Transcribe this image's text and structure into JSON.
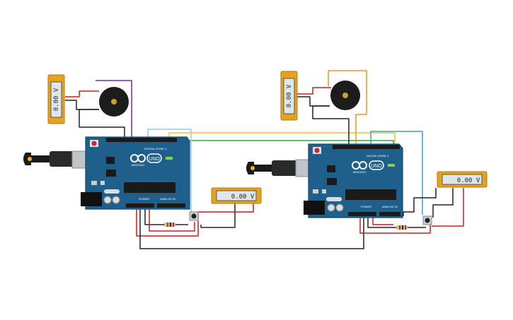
{
  "meter_left_top": {
    "reading": "0.00 V"
  },
  "meter_left_bot": {
    "reading": "0.00 V"
  },
  "meter_right_top": {
    "reading": "0.00 V"
  },
  "meter_right_bot": {
    "reading": "0.00 V"
  },
  "board_left": {
    "brand": "ARDUINO",
    "model": "UNO",
    "digital_label": "DIGITAL (PWM~)",
    "power_label": "POWER",
    "analog_label": "ANALOG IN"
  },
  "board_right": {
    "brand": "ARDUINO",
    "model": "UNO",
    "digital_label": "DIGITAL (PWM~)",
    "power_label": "POWER",
    "analog_label": "ANALOG IN"
  },
  "colors": {
    "board": "#1f5f8b",
    "board_edge": "#174a6d",
    "header": "#1a1a1a",
    "meter_frame": "#e5a11f",
    "meter_screen": "#dfe6ea",
    "wire_red": "#d21c1c",
    "wire_black": "#222222",
    "wire_purple": "#7d2f9b",
    "wire_orange": "#e89a18",
    "wire_yellow": "#e9c81a",
    "wire_green": "#2fa84a",
    "wire_blue": "#3b9fd6",
    "wire_lightblue": "#8fcde8"
  }
}
